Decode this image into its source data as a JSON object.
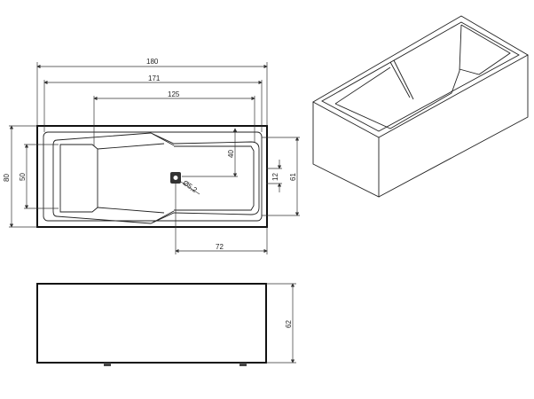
{
  "top_view": {
    "dim_overall_length": "180",
    "dim_inner_length": "171",
    "dim_basin_length": "125",
    "dim_overall_width": "80",
    "dim_backrest_width": "50",
    "dim_drain_offset_y": "40",
    "dim_overflow": "12",
    "dim_inner_width": "61",
    "dim_drain_offset_x": "72",
    "drain_diameter": "Ø5,2"
  },
  "front_view": {
    "dim_height": "62"
  }
}
